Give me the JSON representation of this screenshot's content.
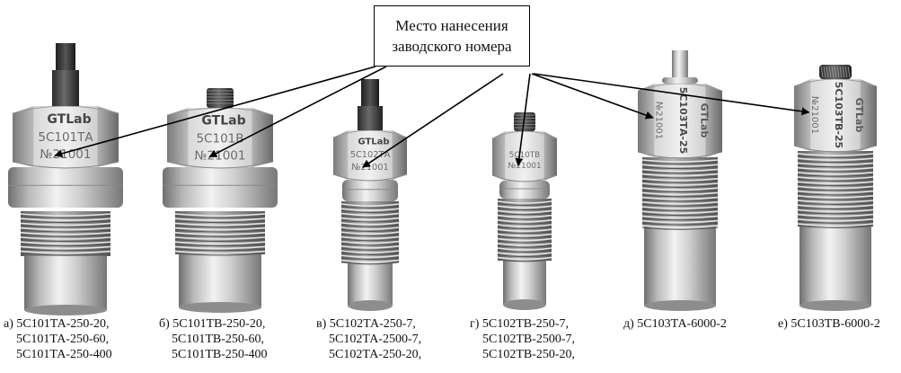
{
  "callout": {
    "line1": "Место нанесения",
    "line2": "заводского номера"
  },
  "sensors": [
    {
      "id": "a",
      "engraving": {
        "logo": "GTLab",
        "model": "5С101ТА",
        "serial": "№21001"
      },
      "caption": [
        "а) 5С101ТА-250-20,",
        "5С101ТА-250-60,",
        "5С101ТА-250-400"
      ]
    },
    {
      "id": "b",
      "engraving": {
        "logo": "GTLab",
        "model": "5С101В",
        "serial": "№21001"
      },
      "caption": [
        "б) 5С101ТВ-250-20,",
        "5С101ТВ-250-60,",
        "5С101ТВ-250-400"
      ]
    },
    {
      "id": "c",
      "engraving": {
        "logo": "GTLab",
        "model": "5С102ТА",
        "serial": "№21001"
      },
      "caption": [
        "в) 5С102ТА-250-7,",
        "5С102ТА-2500-7,",
        "5С102ТА-250-20,"
      ]
    },
    {
      "id": "d",
      "engraving": {
        "logo": "",
        "model": "5С10ТВ",
        "serial": "№21001"
      },
      "caption": [
        "г) 5С102ТВ-250-7,",
        "5С102ТВ-2500-7,",
        "5С102ТВ-250-20,"
      ]
    },
    {
      "id": "e",
      "engraving": {
        "logo": "GTLab",
        "model": "5С103ТА-25",
        "serial": "№21001"
      },
      "caption": [
        "д) 5С103ТА-6000-2"
      ]
    },
    {
      "id": "f",
      "engraving": {
        "logo": "GTLab",
        "model": "5С103ТВ-25",
        "serial": "№21001"
      },
      "caption": [
        "е) 5С103ТВ-6000-2"
      ]
    }
  ]
}
